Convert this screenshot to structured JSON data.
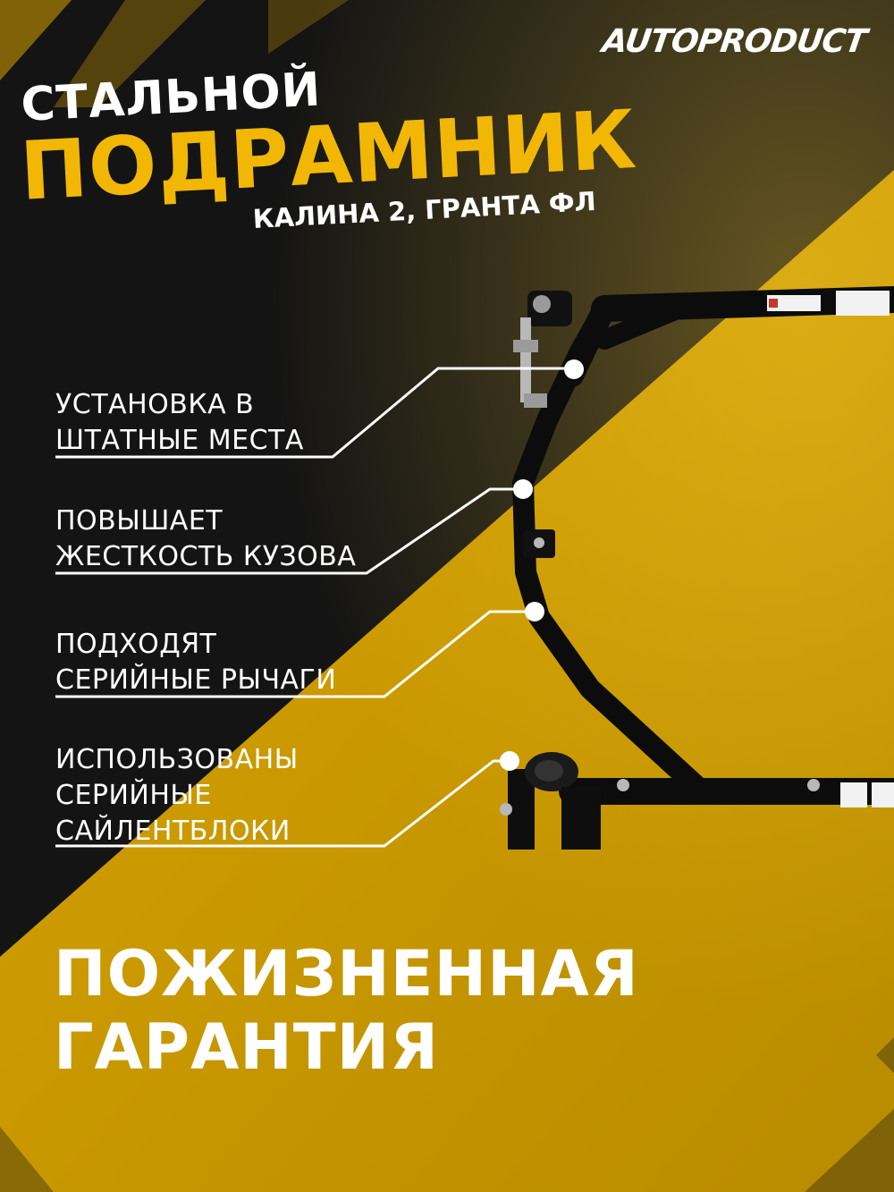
{
  "brand": "AUTOPRODUCT",
  "title": {
    "line1": "СТАЛЬНОЙ",
    "line2": "ПОДРАМНИК",
    "line3": "КАЛИНА 2, ГРАНТА ФЛ"
  },
  "features": [
    {
      "line1": "УСТАНОВКА В",
      "line2": "ШТАТНЫЕ МЕСТА"
    },
    {
      "line1": "ПОВЫШАЕТ",
      "line2": "ЖЕСТКОСТЬ КУЗОВА"
    },
    {
      "line1": "ПОДХОДЯТ",
      "line2": "СЕРИЙНЫЕ РЫЧАГИ"
    },
    {
      "line1": "ИСПОЛЬЗОВАНЫ",
      "line2": "СЕРИЙНЫЕ",
      "line3": "САЙЛЕНТБЛОКИ"
    }
  ],
  "warranty": {
    "line1": "ПОЖИЗНЕННАЯ",
    "line2": "ГАРАНТИЯ"
  },
  "colors": {
    "dark": "#141414",
    "yellow": "#c99a00",
    "accent": "#f2b705",
    "text": "#ffffff"
  }
}
